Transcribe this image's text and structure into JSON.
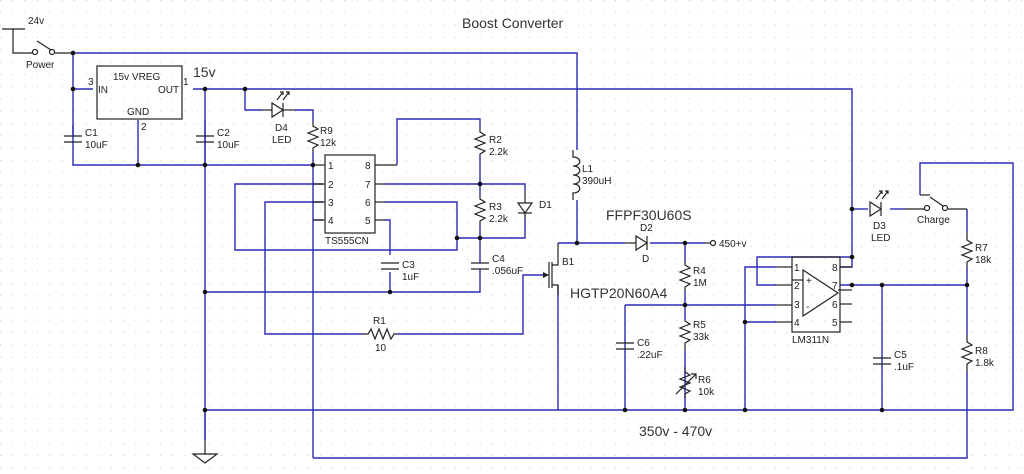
{
  "title": "Boost Converter",
  "labels": {
    "v24": "24v",
    "power_switch": "Power",
    "v15": "15v",
    "output": "450+v",
    "range": "350v - 470v",
    "d2_part": "FFPF30U60S",
    "b1_part": "HGTP20N60A4",
    "charge_switch": "Charge"
  },
  "vreg": {
    "name": "15v VREG",
    "in": "IN",
    "out": "OUT",
    "gnd": "GND",
    "pin_in": "3",
    "pin_out": "1",
    "pin_gnd": "2"
  },
  "ic555": {
    "name": "TS555CN",
    "pins_left": [
      "1",
      "2",
      "3",
      "4"
    ],
    "pins_right": [
      "8",
      "7",
      "6",
      "5"
    ]
  },
  "lm311": {
    "name": "LM311N",
    "pins_left": [
      "1",
      "2",
      "3",
      "4"
    ],
    "pins_right": [
      "8",
      "7",
      "6",
      "5"
    ],
    "plus": "+",
    "minus": "-"
  },
  "components": {
    "C1": {
      "ref": "C1",
      "value": "10uF"
    },
    "C2": {
      "ref": "C2",
      "value": "10uF"
    },
    "C3": {
      "ref": "C3",
      "value": "1uF"
    },
    "C4": {
      "ref": "C4",
      "value": ".056uF"
    },
    "C5": {
      "ref": "C5",
      "value": ".1uF"
    },
    "C6": {
      "ref": "C6",
      "value": ".22uF"
    },
    "R1": {
      "ref": "R1",
      "value": "10"
    },
    "R2": {
      "ref": "R2",
      "value": "2.2k"
    },
    "R3": {
      "ref": "R3",
      "value": "2.2k"
    },
    "R4": {
      "ref": "R4",
      "value": "1M"
    },
    "R5": {
      "ref": "R5",
      "value": "33k"
    },
    "R6": {
      "ref": "R6",
      "value": "10k"
    },
    "R7": {
      "ref": "R7",
      "value": "18k"
    },
    "R8": {
      "ref": "R8",
      "value": "1.8k"
    },
    "R9": {
      "ref": "R9",
      "value": "12k"
    },
    "L1": {
      "ref": "L1",
      "value": "390uH"
    },
    "D1": {
      "ref": "D1"
    },
    "D2": {
      "ref": "D2",
      "value": "D"
    },
    "D3": {
      "ref": "D3",
      "value": "LED"
    },
    "D4": {
      "ref": "D4",
      "value": "LED"
    },
    "B1": {
      "ref": "B1"
    }
  }
}
